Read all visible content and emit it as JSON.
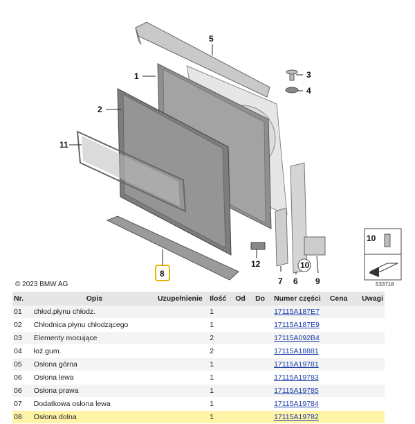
{
  "diagram": {
    "callouts": {
      "c1": "1",
      "c2": "2",
      "c3": "3",
      "c4": "4",
      "c5": "5",
      "c6": "6",
      "c7": "7",
      "c8": "8",
      "c9": "9",
      "c10": "10",
      "c11": "11",
      "c12": "12",
      "c10b": "10"
    },
    "ref": "533718",
    "copyright": "© 2023 BMW AG",
    "highlight_color": "#e8b400"
  },
  "table": {
    "headers": {
      "nr": "Nr.",
      "opis": "Opis",
      "uzupelnienie": "Uzupełnienie",
      "ilosc": "Ilość",
      "od": "Od",
      "do": "Do",
      "numer": "Numer części",
      "cena": "Cena",
      "uwagi": "Uwagi"
    },
    "rows": [
      {
        "nr": "01",
        "opis": "chłod.płynu chłodz.",
        "qty": "1",
        "part": "17115A187E7"
      },
      {
        "nr": "02",
        "opis": "Chłodnica płynu chłodzącego",
        "qty": "1",
        "part": "17115A187E9"
      },
      {
        "nr": "03",
        "opis": "Elementy mocujące",
        "qty": "2",
        "part": "17115A092B4"
      },
      {
        "nr": "04",
        "opis": "łoż.gum.",
        "qty": "2",
        "part": "17115A18881"
      },
      {
        "nr": "05",
        "opis": "Osłona górna",
        "qty": "1",
        "part": "17115A19781"
      },
      {
        "nr": "06",
        "opis": "Osłona lewa",
        "qty": "1",
        "part": "17115A19783"
      },
      {
        "nr": "06",
        "opis": "Osłona prawa",
        "qty": "1",
        "part": "17115A19785"
      },
      {
        "nr": "07",
        "opis": "Dodatkowa osłona lewa",
        "qty": "1",
        "part": "17115A19784"
      },
      {
        "nr": "08",
        "opis": "Osłona dolna",
        "qty": "1",
        "part": "17115A19782"
      }
    ]
  }
}
